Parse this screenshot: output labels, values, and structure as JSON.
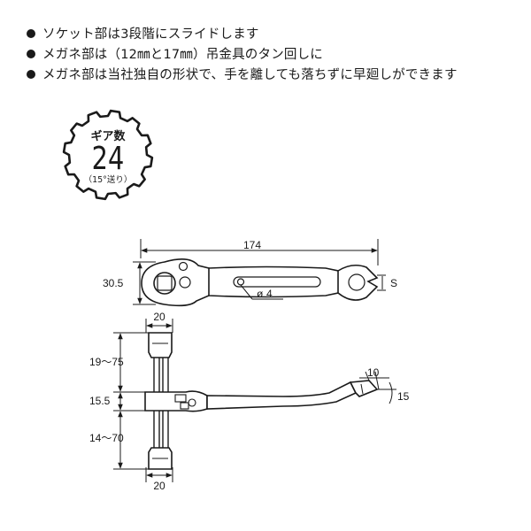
{
  "bullets": [
    "ソケット部は3段階にスライドします",
    "メガネ部は（12㎜と17㎜）吊金具のタン回しに",
    "メガネ部は当社独自の形状で、手を離しても落ちずに早廻しができます"
  ],
  "badge": {
    "title": "ギア数",
    "number": "24",
    "sub": "（15°送り）"
  },
  "top_view": {
    "length": "174",
    "height": "30.5",
    "s_label": "S",
    "hole": "4"
  },
  "side_view": {
    "top_width": "20",
    "bottom_width": "20",
    "upper_range": "19～75",
    "middle": "15.5",
    "lower_range": "14～70",
    "tip_thickness": "10",
    "angle": "15"
  }
}
